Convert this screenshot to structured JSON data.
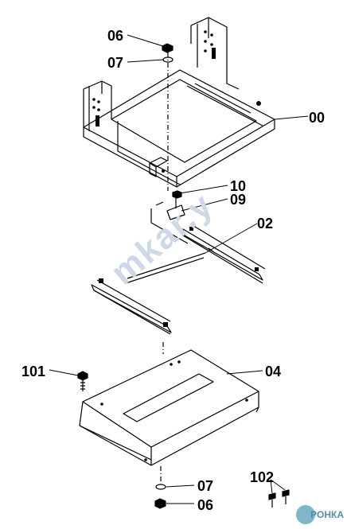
{
  "labels": {
    "l06_top": "06",
    "l07_top": "07",
    "l00": "00",
    "l10": "10",
    "l09": "09",
    "l02": "02",
    "l101": "101",
    "l04": "04",
    "l07_bottom": "07",
    "l06_bottom": "06",
    "l102": "102"
  },
  "watermark": "mkar.y",
  "logo_text": "РОНКА",
  "colors": {
    "line": "#000000",
    "watermark": "#cfd8e6",
    "logo_circle": "#7fb7c9"
  }
}
